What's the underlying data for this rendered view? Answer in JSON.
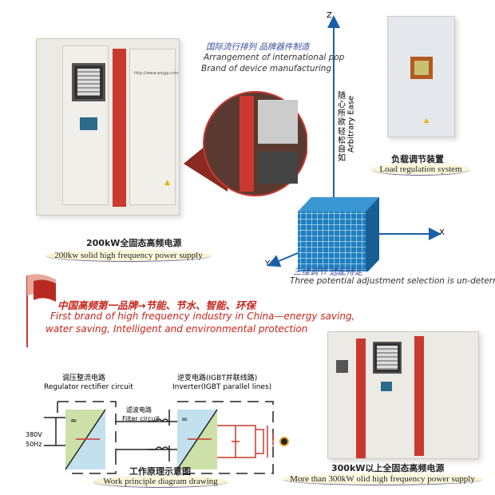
{
  "top_center": {
    "zh": "国际流行排列 品牌器件制造",
    "en1": "Arrangement of international pop",
    "en2": "Brand of device manufacturing"
  },
  "cabinet_200": {
    "url": "http://www.wxjgp.com",
    "caption_zh": "200kW全固态高频电源",
    "caption_en": "200kw solid high frequency power supply"
  },
  "axis": {
    "z": "Z",
    "x": "X",
    "y": "Y",
    "vertical_zh1": "随心所欲",
    "vertical_zh2": "轻松自如",
    "vertical_en": "Arbitrary Ease"
  },
  "load": {
    "caption_zh": "负载调节装置",
    "caption_en": "Load regulation system"
  },
  "three_d": {
    "zh": "三维调节 选配待定",
    "en": "Three potential adjustment selection is un-determined"
  },
  "headline": {
    "zh": "中国高频第一品牌→节能、节水、智能、环保",
    "en1": "First brand of high frequency industry in China—energy saving,",
    "en2": "water saving, Intelligent and environmental protection"
  },
  "circuit": {
    "rect_zh": "调压整流电路",
    "rect_en": "Regulator rectifier circuit",
    "inv_zh": "逆变电路(IGBT并联线路)",
    "inv_en": "Inverter(IGBT parallel lines)",
    "filter_zh": "滤波电路",
    "filter_en": "Filter circuit",
    "input_v": "380V",
    "input_hz": "50Hz"
  },
  "work": {
    "caption_zh": "工作原理示意图",
    "caption_en": "Work principle diagram drawing"
  },
  "cabinet_300": {
    "caption_zh": "300kW以上全固态高频电源",
    "caption_en": "More than 300kW olid high frequency power supply"
  },
  "colors": {
    "accent_red": "#c9392f",
    "axis_blue": "#1a5fa8",
    "cube_blue": "#1f7fc0"
  }
}
